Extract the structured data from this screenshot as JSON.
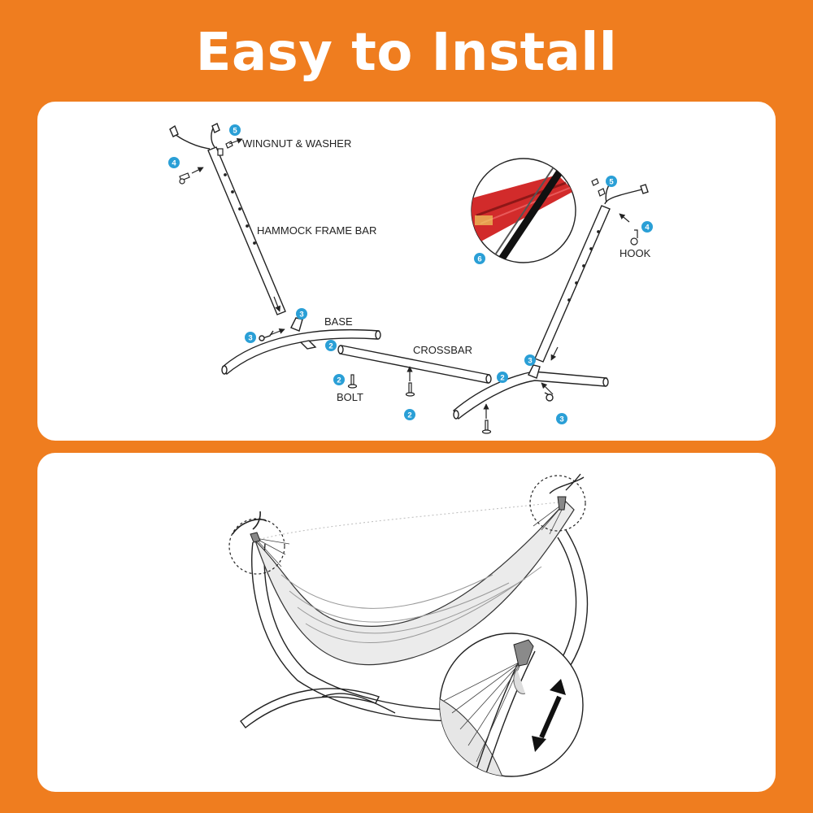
{
  "title": "Easy to Install",
  "colors": {
    "background": "#ef7d1f",
    "panel": "#ffffff",
    "step_badge": "#2a9fd6",
    "hammock_red": "#d22b2b"
  },
  "diagram": {
    "labels": {
      "wingnut_washer": "WINGNUT & WASHER",
      "frame_bar": "HAMMOCK FRAME BAR",
      "base": "BASE",
      "crossbar": "CROSSBAR",
      "bolt": "BOLT",
      "hook": "HOOK"
    },
    "steps": {
      "s5_left": "5",
      "s4_left": "4",
      "s3_base_a": "3",
      "s3_base_b": "3",
      "s2_crossbar": "2",
      "s2_bolt": "2",
      "s2_bottom": "2",
      "s5_right": "5",
      "s4_right": "4",
      "s6": "6",
      "s3_right_bar": "3",
      "s2_right": "2",
      "s3_right_bottom": "3"
    }
  }
}
